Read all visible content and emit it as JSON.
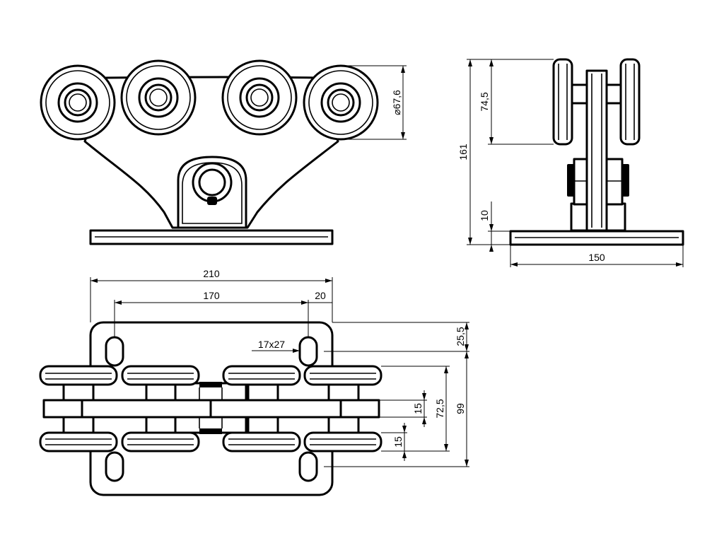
{
  "drawing": {
    "front_view": {
      "diameter_label": "⌀67,6"
    },
    "side_view": {
      "height_label": "161",
      "roller_label": "74,5",
      "plate_thickness_label": "10",
      "plate_width_label": "150"
    },
    "top_view": {
      "overall_length_label": "210",
      "hole_spacing_label": "170",
      "hole_offset_label": "20",
      "slot_size_label": "17x27",
      "edge_offset_label": "25,5",
      "overall_width_label": "99",
      "wheel_span_label": "72,5",
      "gap_label_upper": "15",
      "gap_label_lower": "15"
    }
  }
}
